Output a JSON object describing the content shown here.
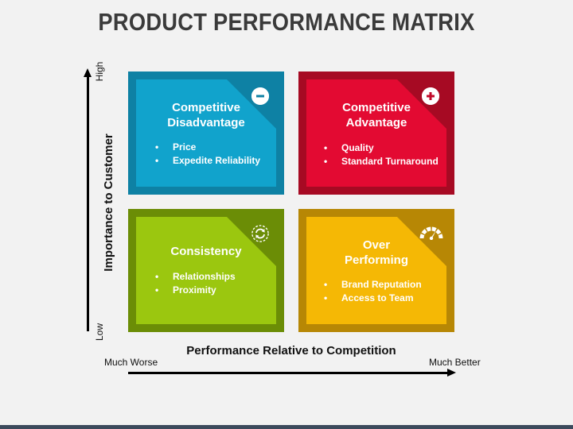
{
  "title": "PRODUCT PERFORMANCE MATRIX",
  "y_axis": {
    "label": "Importance to Customer",
    "high": "High",
    "low": "Low"
  },
  "x_axis": {
    "label": "Performance Relative to Competition",
    "low": "Much Worse",
    "high": "Much Better"
  },
  "quadrants": [
    {
      "title_line1": "Competitive",
      "title_line2": "Disadvantage",
      "icon": "minus-circle-icon",
      "items": [
        "Price",
        "Expedite Reliability"
      ],
      "color": "#11a3cc"
    },
    {
      "title_line1": "Competitive",
      "title_line2": "Advantage",
      "icon": "plus-circle-icon",
      "items": [
        "Quality",
        "Standard Turnaround"
      ],
      "color": "#e30a32"
    },
    {
      "title_line1": "Consistency",
      "title_line2": "",
      "icon": "refresh-cycle-icon",
      "items": [
        "Relationships",
        "Proximity"
      ],
      "color": "#9bc70f"
    },
    {
      "title_line1": "Over",
      "title_line2": "Performing",
      "icon": "gauge-icon",
      "items": [
        "Brand Reputation",
        "Access to Team"
      ],
      "color": "#f5b805"
    }
  ]
}
